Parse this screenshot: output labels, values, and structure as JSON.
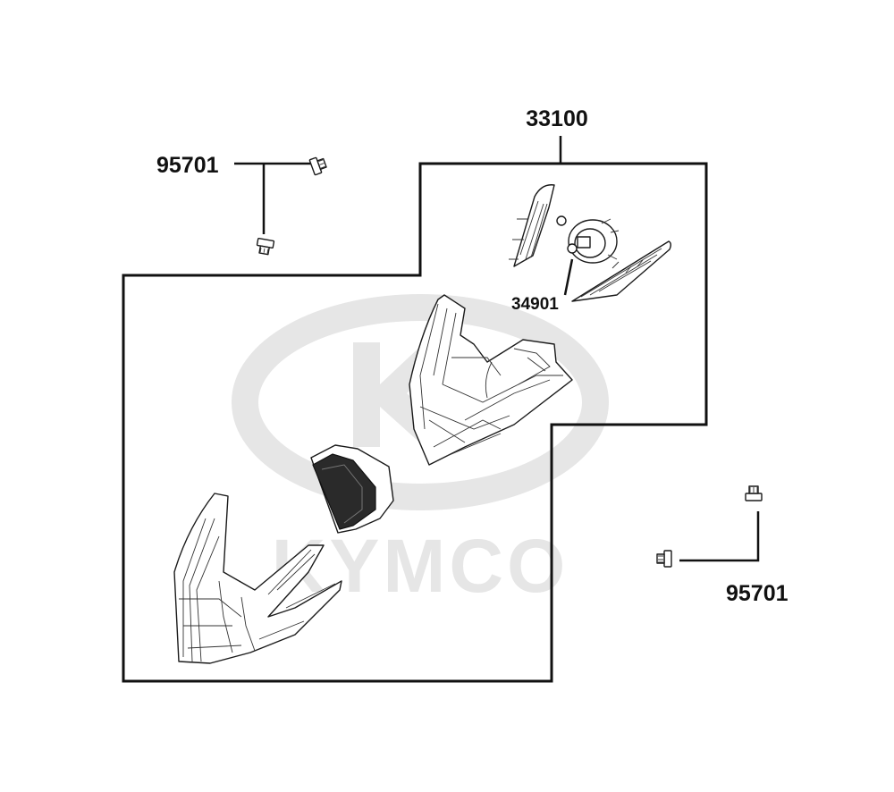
{
  "watermark": {
    "brand_text": "KYMCO",
    "logo_color": "#e6e6e6"
  },
  "colors": {
    "line": "#111111",
    "background": "#ffffff"
  },
  "callouts": {
    "headlight_assembly": "33100",
    "bulb": "34901",
    "screw_upper": "95701",
    "screw_lower": "95701"
  },
  "icons": [
    "screw-icon",
    "bulb-socket-icon",
    "headlight-housing-icon",
    "headlight-cover-icon",
    "reflector-icon",
    "turn-signal-icon"
  ]
}
